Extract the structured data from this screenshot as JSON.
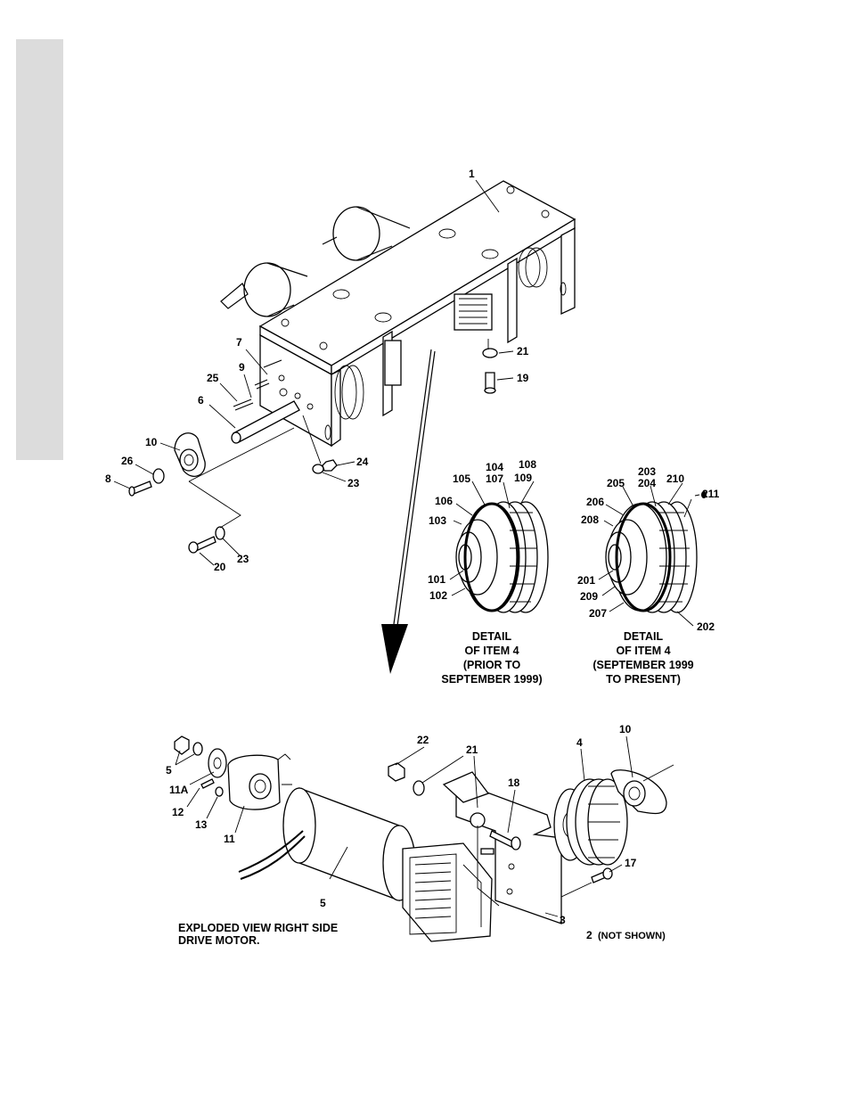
{
  "top_labels": [
    "1",
    "7",
    "9",
    "25",
    "6",
    "10",
    "26",
    "8",
    "21",
    "19",
    "24",
    "23",
    "23",
    "20"
  ],
  "detail_a_labels": [
    "104",
    "107",
    "105",
    "108",
    "109",
    "106",
    "103",
    "101",
    "102"
  ],
  "detail_b_labels": [
    "203",
    "204",
    "205",
    "210",
    "211",
    "206",
    "208",
    "201",
    "209",
    "207",
    "202"
  ],
  "detail_a_caption": [
    "DETAIL",
    "OF ITEM 4",
    "(PRIOR TO",
    "SEPTEMBER 1999)"
  ],
  "detail_b_caption": [
    "DETAIL",
    "OF ITEM 4",
    "(SEPTEMBER 1999",
    "TO PRESENT)"
  ],
  "bottom_labels": [
    "22",
    "21",
    "18",
    "4",
    "10",
    "5",
    "11A",
    "12",
    "13",
    "11",
    "17",
    "5",
    "3",
    "2"
  ],
  "not_shown": "(NOT SHOWN)",
  "exploded_caption": [
    "EXPLODED VIEW RIGHT SIDE",
    "DRIVE MOTOR."
  ]
}
